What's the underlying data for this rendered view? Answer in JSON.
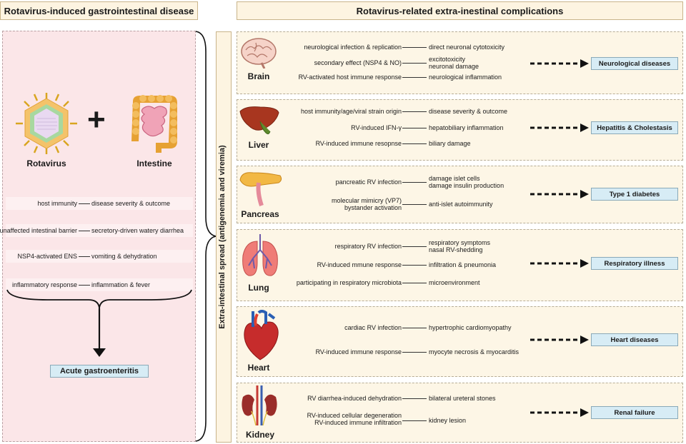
{
  "headers": {
    "left": "Rotavirus-induced gastrointestinal disease",
    "right": "Rotavirus-related extra-inestinal complications"
  },
  "left_panel": {
    "rotavirus_label": "Rotavirus",
    "plus": "+",
    "intestine_label": "Intestine",
    "rows": [
      {
        "cause": "host immunity",
        "effect": "disease severity & outcome"
      },
      {
        "cause": "unaffected intestinal barrier",
        "effect": "secretory-driven watery diarrhea"
      },
      {
        "cause": "NSP4-activated ENS",
        "effect": "vomiting & dehydration"
      },
      {
        "cause": "inflammatory response",
        "effect": "inflammation & fever"
      }
    ],
    "outcome": "Acute gastroenteritis"
  },
  "spread_label": "Extra-intestinal spread (antigenemia and viremia)",
  "organs": [
    {
      "name": "Brain",
      "disease": "Neurological diseases",
      "rows": [
        {
          "cause": "neurological infection & replication",
          "effect": "direct neuronal cytotoxicity"
        },
        {
          "cause": "secondary effect (NSP4 & NO)",
          "effect": "excitotoxicity\nneuronal damage"
        },
        {
          "cause": "RV-activated host immune response",
          "effect": "neurological inflammation"
        }
      ]
    },
    {
      "name": "Liver",
      "disease": "Hepatitis & Cholestasis",
      "rows": [
        {
          "cause": "host immunity/age/viral strain origin",
          "effect": "disease severity & outcome"
        },
        {
          "cause": "RV-induced IFN-γ",
          "effect": "hepatobiliary inflammation"
        },
        {
          "cause": "RV-induced immune resopnse",
          "effect": "biliary damage"
        }
      ]
    },
    {
      "name": "Pancreas",
      "disease": "Type 1 diabetes",
      "rows": [
        {
          "cause": "pancreatic RV infection",
          "effect": "damage islet cells\ndamage insulin production"
        },
        {
          "cause": "molecular mimicry (VP7)\nbystander activation",
          "effect": "anti-islet autoimmunity"
        }
      ]
    },
    {
      "name": "Lung",
      "disease": "Respiratory illness",
      "rows": [
        {
          "cause": "respiratory RV infection",
          "effect": "respiratory symptoms\nnasal RV-shedding"
        },
        {
          "cause": "RV-induced mmune response",
          "effect": "infiltration & pneumonia"
        },
        {
          "cause": "participating in respiratory microbiota",
          "effect": "microenvironment"
        }
      ]
    },
    {
      "name": "Heart",
      "disease": "Heart diseases",
      "rows": [
        {
          "cause": "cardiac RV infection",
          "effect": "hypertrophic cardiomyopathy"
        },
        {
          "cause": "RV-induced immune response",
          "effect": "myocyte necrosis & myocarditis"
        }
      ]
    },
    {
      "name": "Kidney",
      "disease": "Renal failure",
      "rows": [
        {
          "cause": "RV diarrhea-induced dehydration",
          "effect": "bilateral ureteral stones"
        },
        {
          "cause": "RV-induced cellular degeneration\nRV-induced immune infiltration",
          "effect": "kidney lesion"
        }
      ]
    }
  ],
  "colors": {
    "left_panel_bg": "#fbe6e8",
    "organ_box_bg": "#fdf6e6",
    "disease_box_bg": "#d7ecf5",
    "header_bg": "#fdf4e1"
  }
}
